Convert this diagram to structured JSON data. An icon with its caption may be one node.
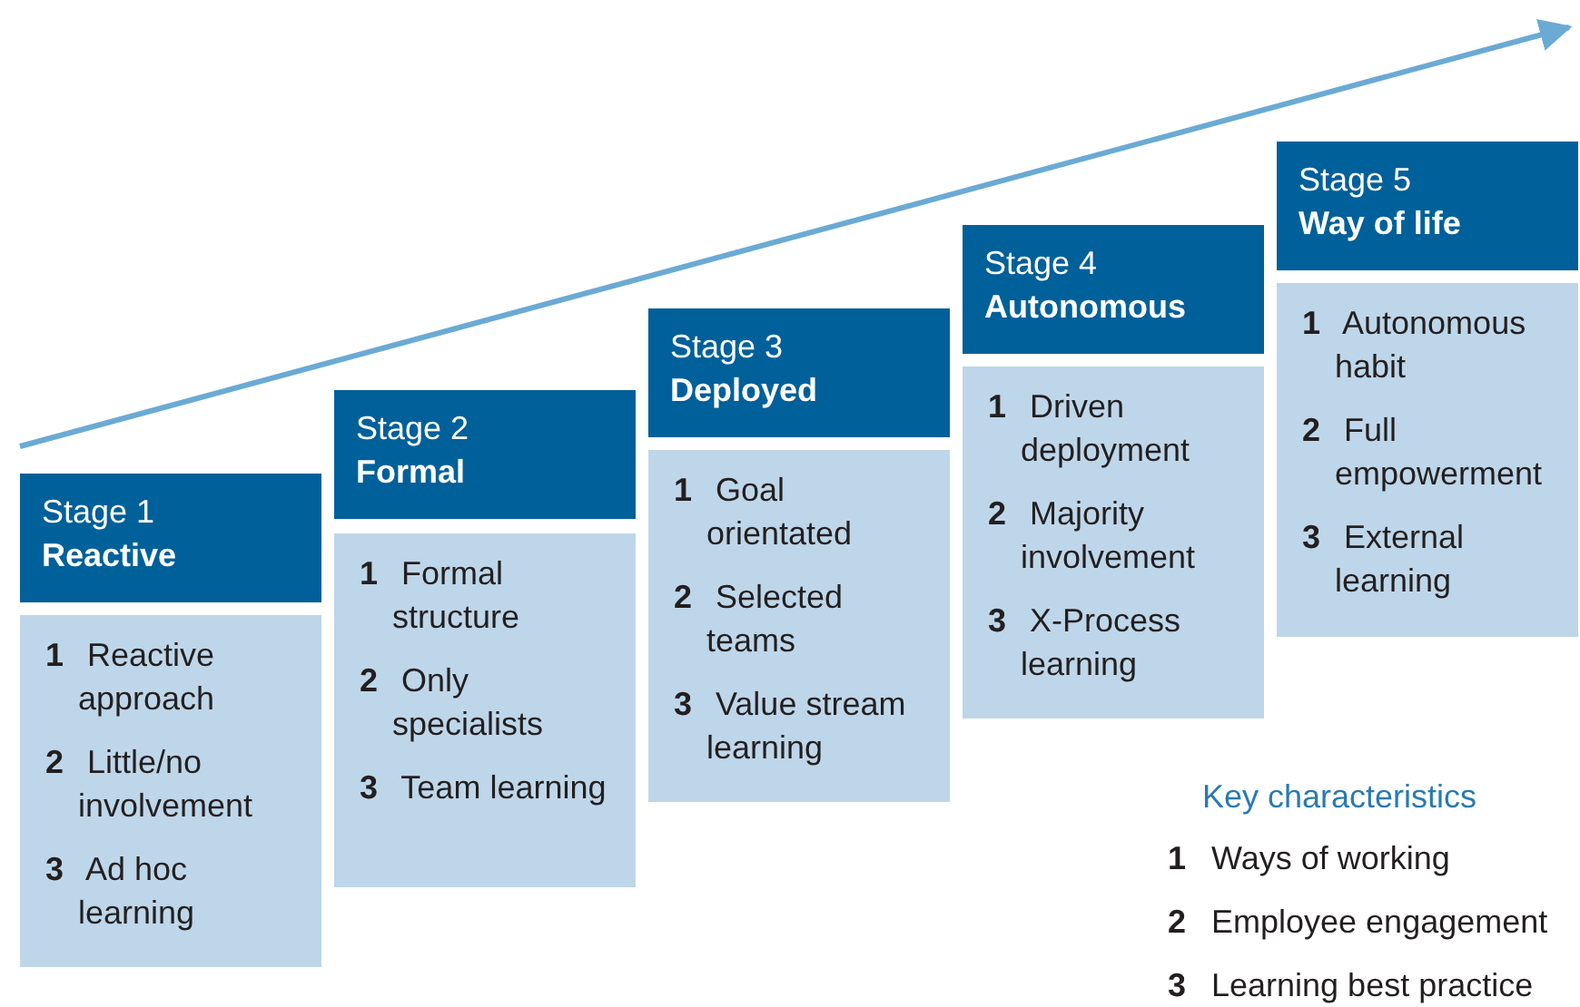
{
  "diagram": {
    "nodes": [
      {
        "text": [
          "Stage 1",
          "Reactive"
        ]
      },
      {
        "text": [
          "**1** Reactive approach",
          "**2** Little/no involvement",
          "**3** Ad hoc learning"
        ]
      },
      {
        "text": [
          "Stage 2",
          "Formal"
        ]
      },
      {
        "text": [
          "**1** Formal structure",
          "**2** Only specialists",
          "**3** Team learning"
        ]
      },
      {
        "text": [
          "Stage 3",
          "Deployed"
        ]
      },
      {
        "text": [
          "**1** Goal orientated",
          "**2** Selected teams",
          "**3** Value stream learning"
        ]
      },
      {
        "text": [
          "Stage 4",
          "Autonomous"
        ]
      },
      {
        "text": [
          "**1** Driven deployment",
          "**2** Majority involvement",
          "**3** X-Process learning"
        ]
      },
      {
        "text": [
          "Stage 5",
          "Way of life"
        ]
      },
      {
        "text": [
          "**1** Autonomous habit",
          "**2** Full empowerment",
          "**3** External learning"
        ]
      }
    ],
    "edges": [],
    "labels": [
      "Key characteristics",
      "**1** Ways of working",
      "**2** Employee engagement",
      "**3** Learning best practice"
    ]
  }
}
